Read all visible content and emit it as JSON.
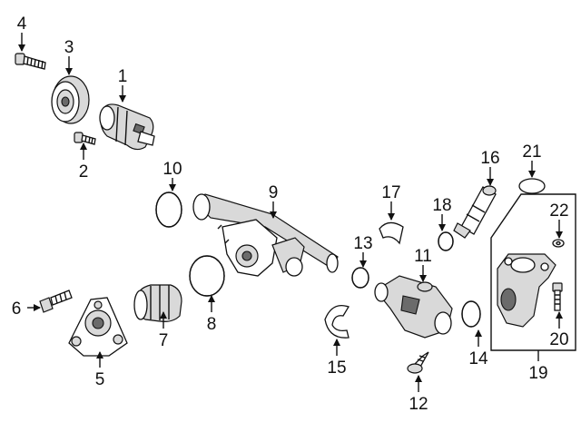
{
  "callouts": [
    {
      "id": "1",
      "label": "1"
    },
    {
      "id": "2",
      "label": "2"
    },
    {
      "id": "3",
      "label": "3"
    },
    {
      "id": "4",
      "label": "4"
    },
    {
      "id": "5",
      "label": "5"
    },
    {
      "id": "6",
      "label": "6"
    },
    {
      "id": "7",
      "label": "7"
    },
    {
      "id": "8",
      "label": "8"
    },
    {
      "id": "9",
      "label": "9"
    },
    {
      "id": "10",
      "label": "10"
    },
    {
      "id": "11",
      "label": "11"
    },
    {
      "id": "12",
      "label": "12"
    },
    {
      "id": "13",
      "label": "13"
    },
    {
      "id": "14",
      "label": "14"
    },
    {
      "id": "15",
      "label": "15"
    },
    {
      "id": "16",
      "label": "16"
    },
    {
      "id": "17",
      "label": "17"
    },
    {
      "id": "18",
      "label": "18"
    },
    {
      "id": "19",
      "label": "19"
    },
    {
      "id": "20",
      "label": "20"
    },
    {
      "id": "21",
      "label": "21"
    },
    {
      "id": "22",
      "label": "22"
    }
  ],
  "colors": {
    "line": "#111111",
    "part_fill": "#ffffff",
    "shade": "#d9d9d9",
    "dark": "#6b6b6b"
  }
}
